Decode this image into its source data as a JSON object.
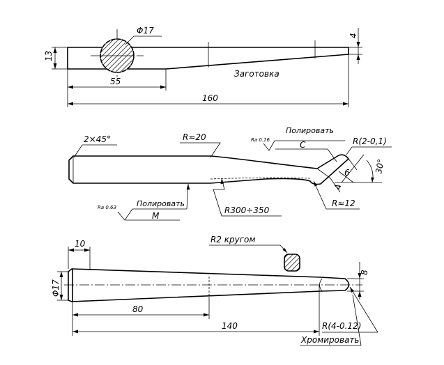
{
  "blank": {
    "diameter": "Φ17",
    "height": "13",
    "end_thickness": "4",
    "offset": "55",
    "length": "160",
    "caption": "Заготовка"
  },
  "profile": {
    "chamfer": "2×45°",
    "radius_top": "R≈20",
    "roughness_c_value": "Ra 0.16",
    "roughness_c_note": "Полировать",
    "roughness_c_letter": "C",
    "tip_radius": "R(2-0,1)",
    "tip_angle": "30°",
    "dim_6": "6",
    "dim_4": "4",
    "radius_bottom": "R≈12",
    "roughness_m_value": "Ra 0.63",
    "roughness_m_note": "Полировать",
    "roughness_m_letter": "M",
    "radius_large": "R300÷350"
  },
  "plan": {
    "dim_10": "10",
    "diameter": "Φ17",
    "section_note": "R2 кругом",
    "dim_8": "8",
    "dim_80": "80",
    "dim_140": "140",
    "tip_radius": "R(4-0.12)",
    "finish_note": "Хромировать"
  }
}
